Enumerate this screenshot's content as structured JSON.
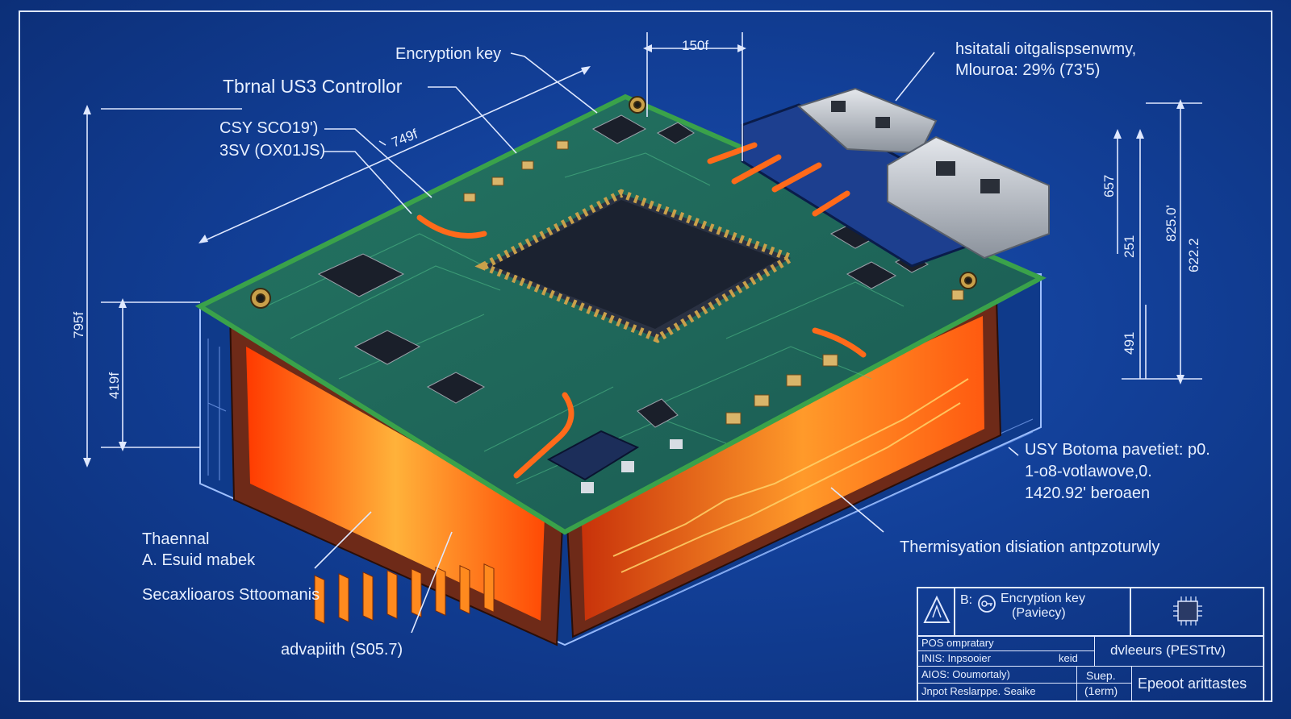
{
  "labels": {
    "encryption_key": "Encryption key",
    "controller": "Tbrnal US3 Controllor",
    "csy_line1": "CSY SCO19')",
    "csy_line2": "3SV (OX01JS)",
    "dim_top": "150f",
    "dim_diag": "749f",
    "top_right_line1": "hsitatali oitgalispsenwmy,",
    "top_right_line2": "Mlouroa: 29% (73'5)",
    "right_block_line1": "USY Botoma pavetiet: p0.",
    "right_block_line2": "1-o8-votlawove,0.",
    "right_block_line3": "1420.92' beroaen",
    "thermal_line1": "Thaennal",
    "thermal_line2": "A. Esuid mabek",
    "secax": "Secaxlioaros Sttoomanis",
    "advapith": "advapiith (S05.7)",
    "thermisy": "Thermisyation disiation antpzoturwly",
    "dim_left_outer": "795f",
    "dim_left_inner": "419f",
    "dim_r1": "657",
    "dim_r2": "825.0'",
    "dim_r3": "251",
    "dim_r4": "622.2",
    "dim_r5": "491"
  },
  "title_block": {
    "prefix": "B:",
    "encryption_line1": "Encryption key",
    "encryption_line2": "(Paviecy)",
    "row1": "POS ompratary",
    "row2": "INIS: Inpsooier",
    "row2_right": "keid",
    "row3": "AIOS: Ooumortaly)",
    "row4": "Jnpot Reslarppe. Seaike",
    "mid_top": "Suep.",
    "mid_bottom": "(1erm)",
    "right_top": "dvleeurs (PESTrtv)",
    "right_bottom": "Epeoot arittastes"
  },
  "colors": {
    "background": "#123f97",
    "pcb_green": "#1f6b5a",
    "pcb_edge": "#2f8a3c",
    "chip": "#1b2230",
    "heat_glow": "#ff6a1a",
    "casing": "#7a2e1c",
    "line": "#dfe8ff"
  }
}
